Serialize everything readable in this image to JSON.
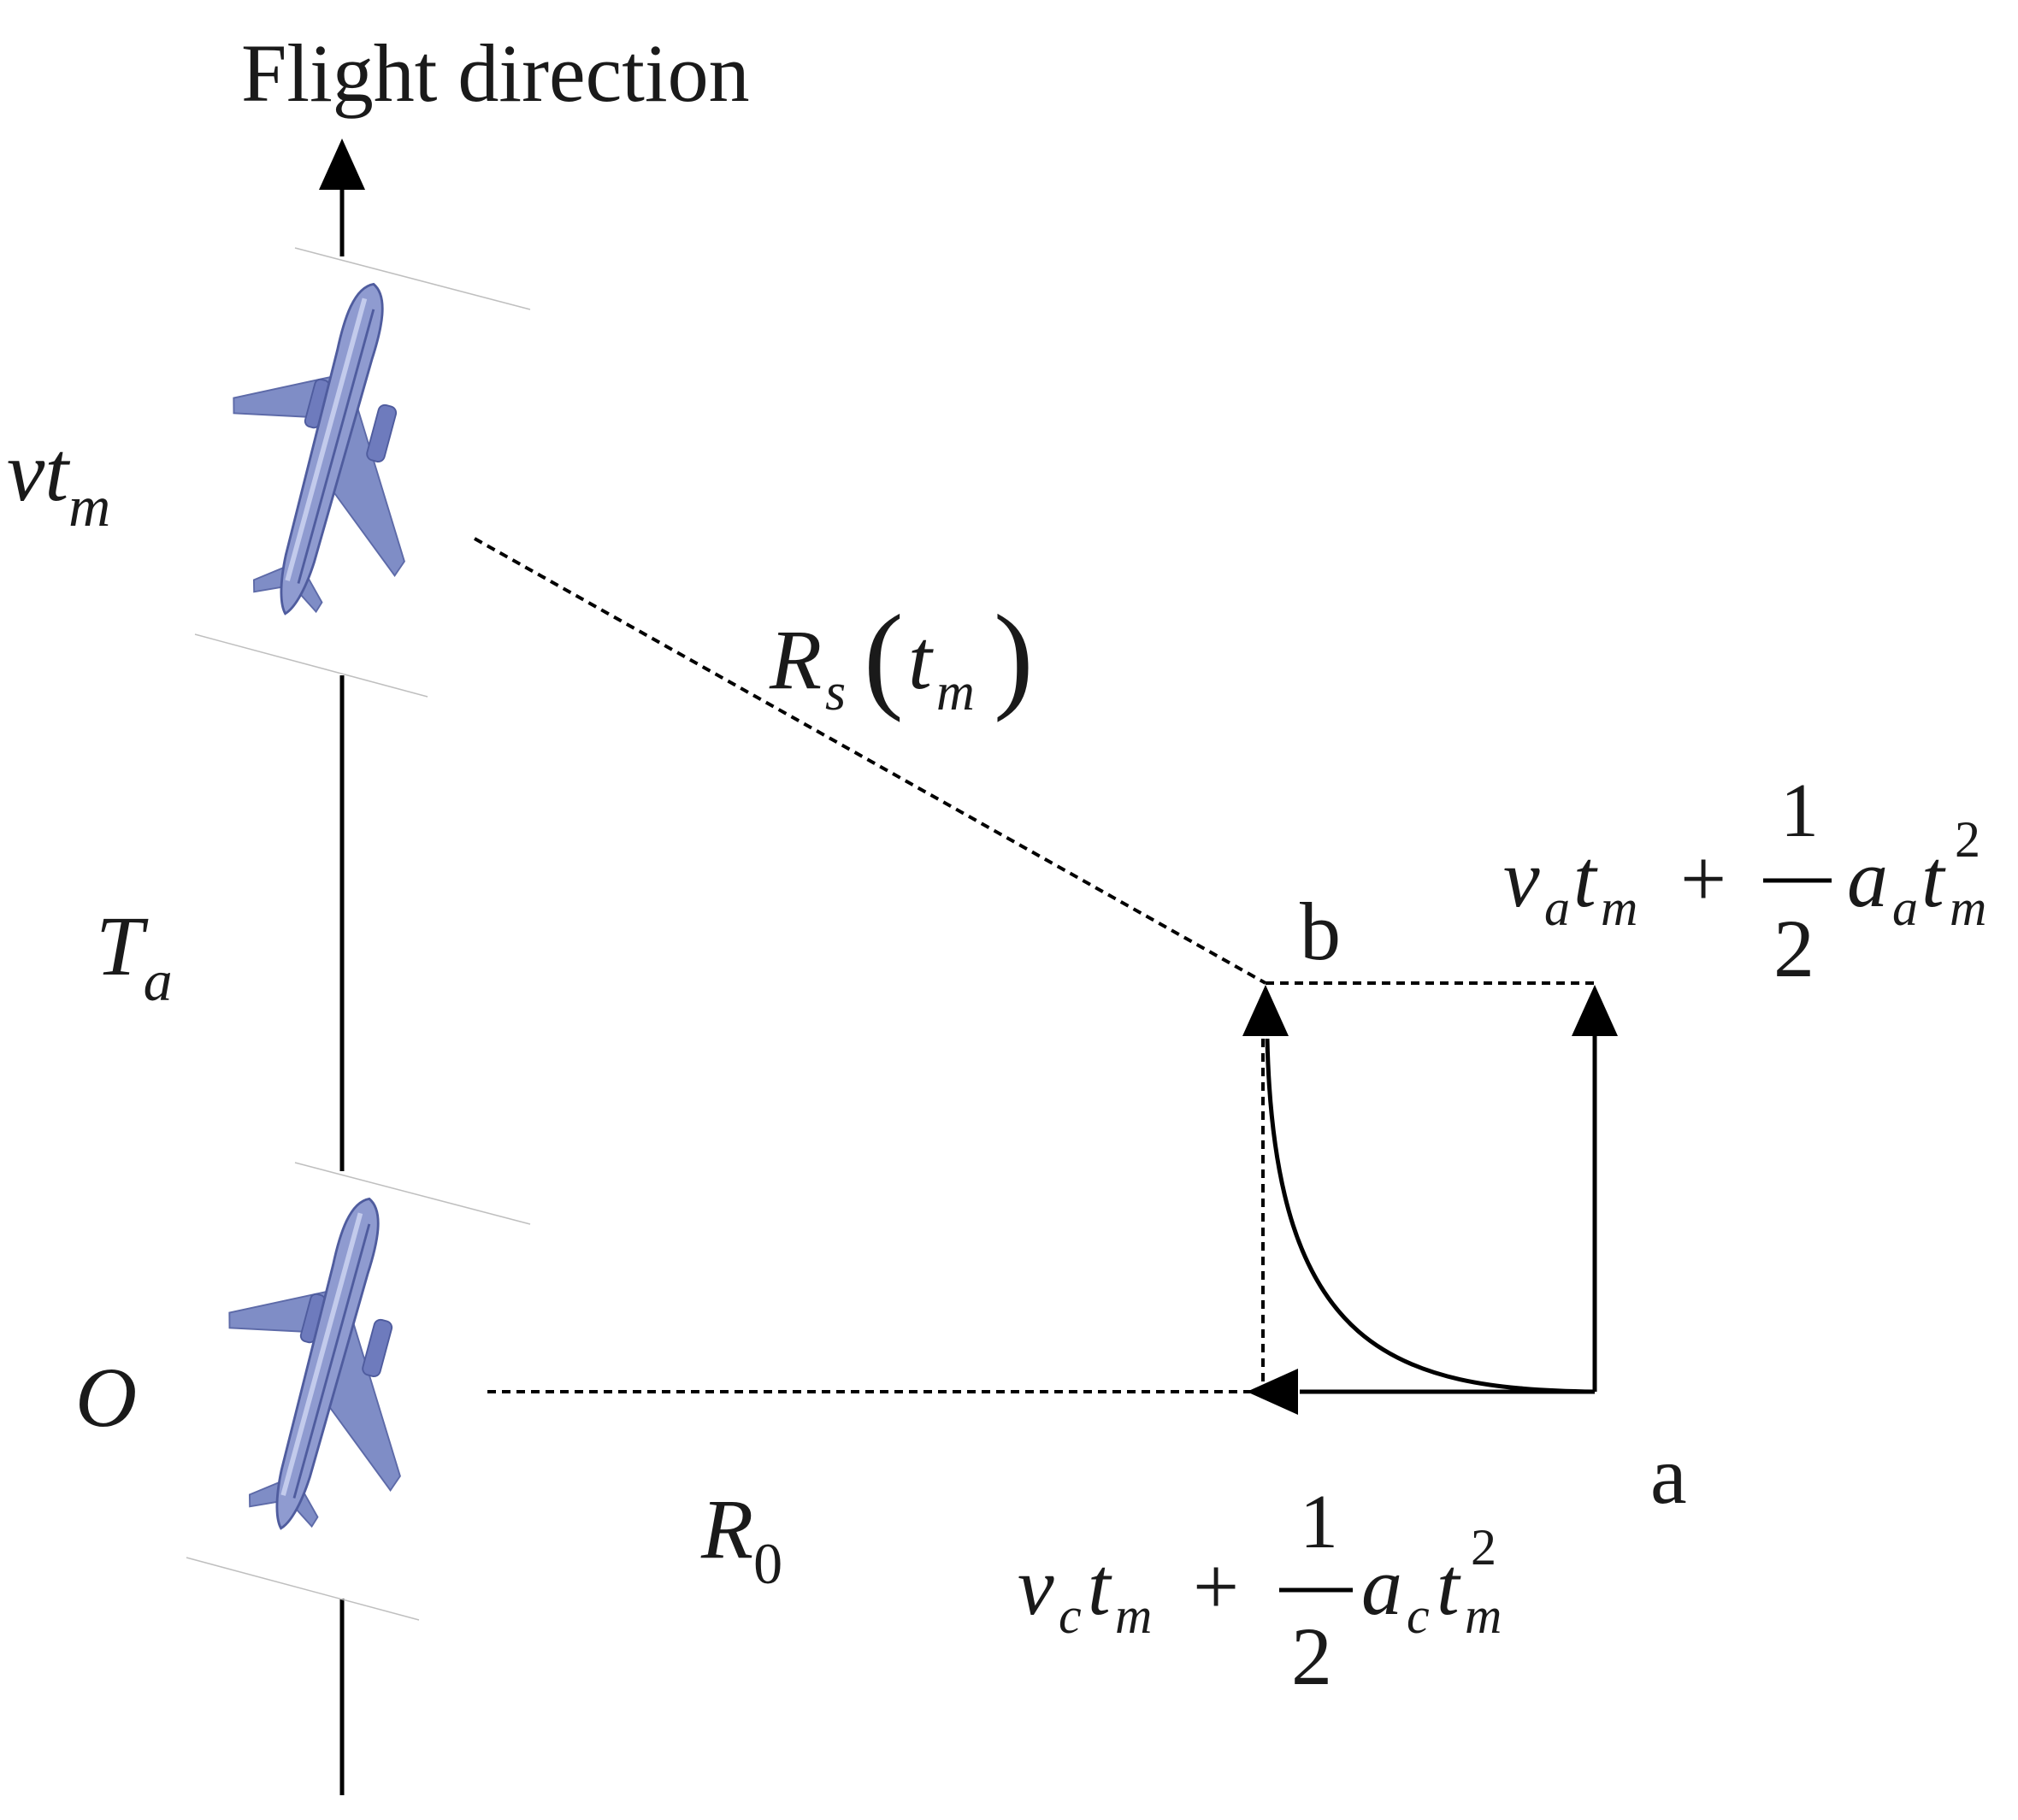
{
  "title": "Flight direction",
  "labels": {
    "vt_main": "vt",
    "vt_sub": "m",
    "ta_main": "T",
    "ta_sub": "a",
    "o_label": "O",
    "r0_main": "R",
    "r0_sub": "0",
    "rs_R": "R",
    "rs_sub_s": "s",
    "rs_paren_open": "(",
    "rs_t": "t",
    "rs_sub_m": "m",
    "rs_paren_close": ")",
    "point_a": "a",
    "point_b": "b"
  },
  "formula_top": {
    "v": "v",
    "v_sub": "a",
    "t": "t",
    "t_sub": "m",
    "plus": "+",
    "num": "1",
    "den": "2",
    "acc": "a",
    "acc_sub": "a",
    "t2": "t",
    "t2_sub": "m",
    "t2_sup": "2"
  },
  "formula_bottom": {
    "v": "v",
    "v_sub": "c",
    "t": "t",
    "t_sub": "m",
    "plus": "+",
    "num": "1",
    "den": "2",
    "acc": "a",
    "acc_sub": "c",
    "t2": "t",
    "t2_sub": "m",
    "t2_sup": "2"
  },
  "colors": {
    "line": "#000000",
    "plane_body": "#7f8dc6",
    "plane_dark": "#4f5c9e",
    "plane_light": "#aeb8e2"
  },
  "icons": [
    "airplane-icon",
    "airplane-icon"
  ]
}
